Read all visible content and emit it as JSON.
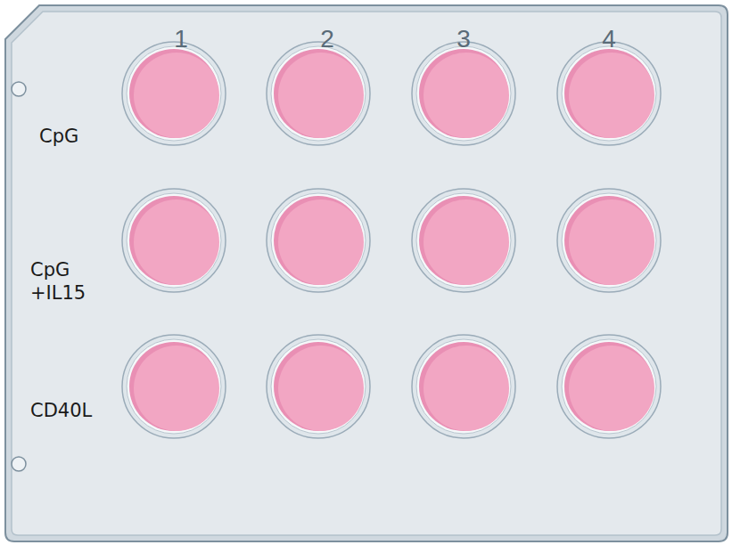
{
  "diagram": {
    "labels": [
      "1",
      "2",
      "3",
      "4",
      "CpG",
      "CpG +IL15",
      "CD40L"
    ]
  }
}
